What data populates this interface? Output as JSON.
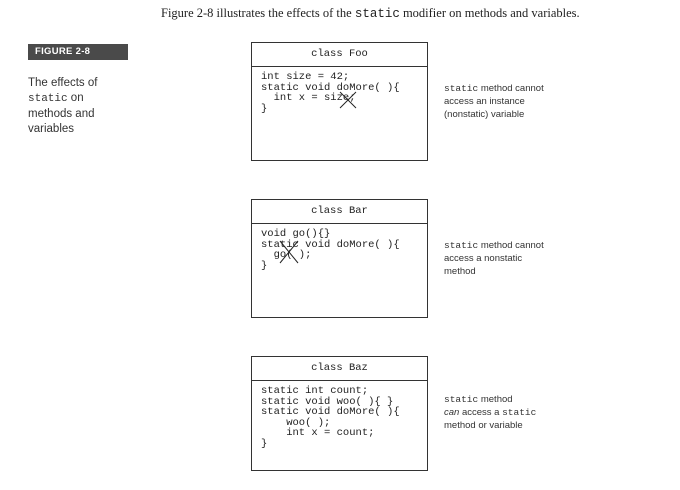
{
  "intro": {
    "before": "Figure 2-8 illustrates the effects of the ",
    "keyword": "static",
    "after": " modifier on methods and variables."
  },
  "figure": {
    "badge": "FIGURE 2-8",
    "caption": {
      "line1": "The effects of",
      "keyword": "static",
      "line2_tail": " on",
      "line3": "methods and",
      "line4": "variables"
    }
  },
  "panels": [
    {
      "header": "class Foo",
      "code": [
        "int size = 42;",
        "static void doMore( ){",
        "  int x = size;",
        "}"
      ],
      "note": {
        "keyword": "static",
        "text1": " method cannot",
        "text2": "access an instance",
        "text3": "(nonstatic) variable"
      }
    },
    {
      "header": "class Bar",
      "code": [
        "void go(){}",
        "static void doMore( ){",
        "  go( );",
        "}"
      ],
      "note": {
        "keyword": "static",
        "text1": " method cannot",
        "text2": "access a nonstatic",
        "text3": "method"
      }
    },
    {
      "header": "class Baz",
      "code": [
        "static int count;",
        "static void woo( ){ }",
        "static void doMore( ){",
        "    woo( );",
        "    int x = count;",
        "}"
      ],
      "note": {
        "keyword": "static",
        "text1": " method",
        "can": "can",
        "text2": " access a ",
        "keyword2": "static",
        "text3": "method or variable"
      }
    }
  ]
}
